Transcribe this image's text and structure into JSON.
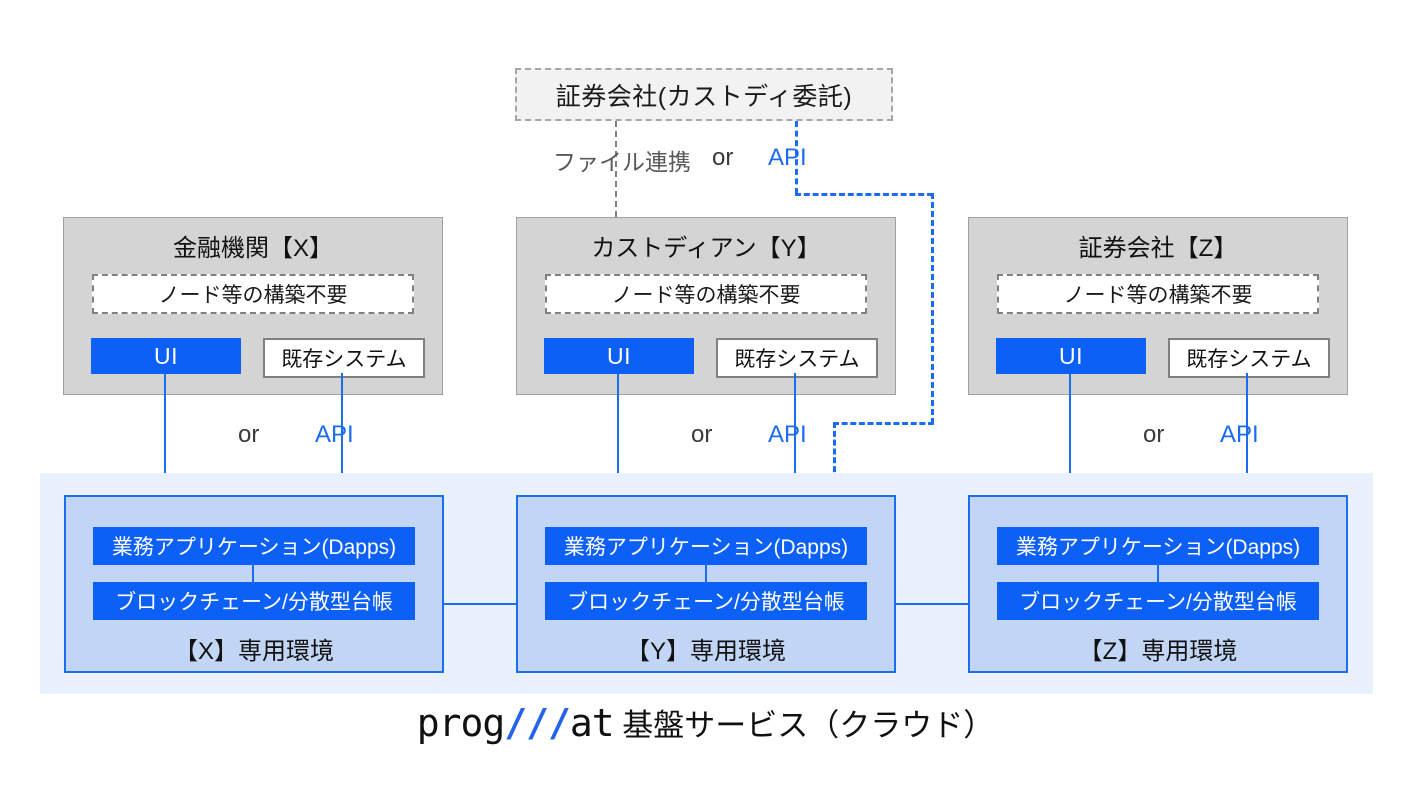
{
  "top_entity": {
    "label": "証券会社(カストディ委託)"
  },
  "link_labels": {
    "file_link": "ファイル連携",
    "or": "or",
    "api": "API"
  },
  "organizations": [
    {
      "id": "x",
      "title": "金融機関【X】",
      "node_note": "ノード等の構築不要",
      "ui_label": "UI",
      "legacy_label": "既存システム",
      "or_label": "or",
      "api_label": "API"
    },
    {
      "id": "y",
      "title": "カストディアン【Y】",
      "node_note": "ノード等の構築不要",
      "ui_label": "UI",
      "legacy_label": "既存システム",
      "or_label": "or",
      "api_label": "API"
    },
    {
      "id": "z",
      "title": "証券会社【Z】",
      "node_note": "ノード等の構築不要",
      "ui_label": "UI",
      "legacy_label": "既存システム",
      "or_label": "or",
      "api_label": "API"
    }
  ],
  "environments": [
    {
      "id": "x",
      "dapps_label": "業務アプリケーション(Dapps)",
      "ledger_label": "ブロックチェーン/分散型台帳",
      "env_label": "【X】専用環境"
    },
    {
      "id": "y",
      "dapps_label": "業務アプリケーション(Dapps)",
      "ledger_label": "ブロックチェーン/分散型台帳",
      "env_label": "【Y】専用環境"
    },
    {
      "id": "z",
      "dapps_label": "業務アプリケーション(Dapps)",
      "ledger_label": "ブロックチェーン/分散型台帳",
      "env_label": "【Z】専用環境"
    }
  ],
  "footer": {
    "logo_prefix": "prog",
    "logo_slash": "///",
    "logo_suffix": "at",
    "caption": " 基盤サービス（クラウド）"
  },
  "colors": {
    "accent_blue": "#0d60f5",
    "line_blue": "#1c6cf0",
    "cloud_bg": "#e8f1fd",
    "env_bg": "#c2d5f5",
    "org_panel_bg": "#d4d4d4",
    "top_box_bg": "#f2f2f2"
  }
}
